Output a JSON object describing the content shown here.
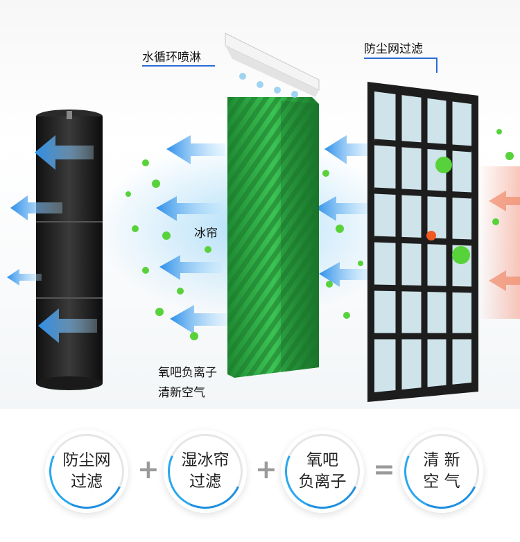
{
  "labels": {
    "water_spray": "水循环喷淋",
    "dust_filter": "防尘网过滤",
    "ice_curtain": "冰帘",
    "ions_line1": "氧吧负离子",
    "ions_line2": "清新空气"
  },
  "formula": {
    "items": [
      {
        "line1": "防尘网",
        "line2": "过滤"
      },
      {
        "line1": "湿冰帘",
        "line2": "过滤"
      },
      {
        "line1": "氧吧",
        "line2": "负离子"
      },
      {
        "line1": "清 新",
        "line2": "空 气"
      }
    ],
    "plus": "+",
    "equals": "="
  },
  "colors": {
    "arrow_blue": "#2e8fe8",
    "curtain_green": "#2fb24a",
    "accent_line": "#2b6bd6",
    "particle_green": "#58d23a"
  }
}
